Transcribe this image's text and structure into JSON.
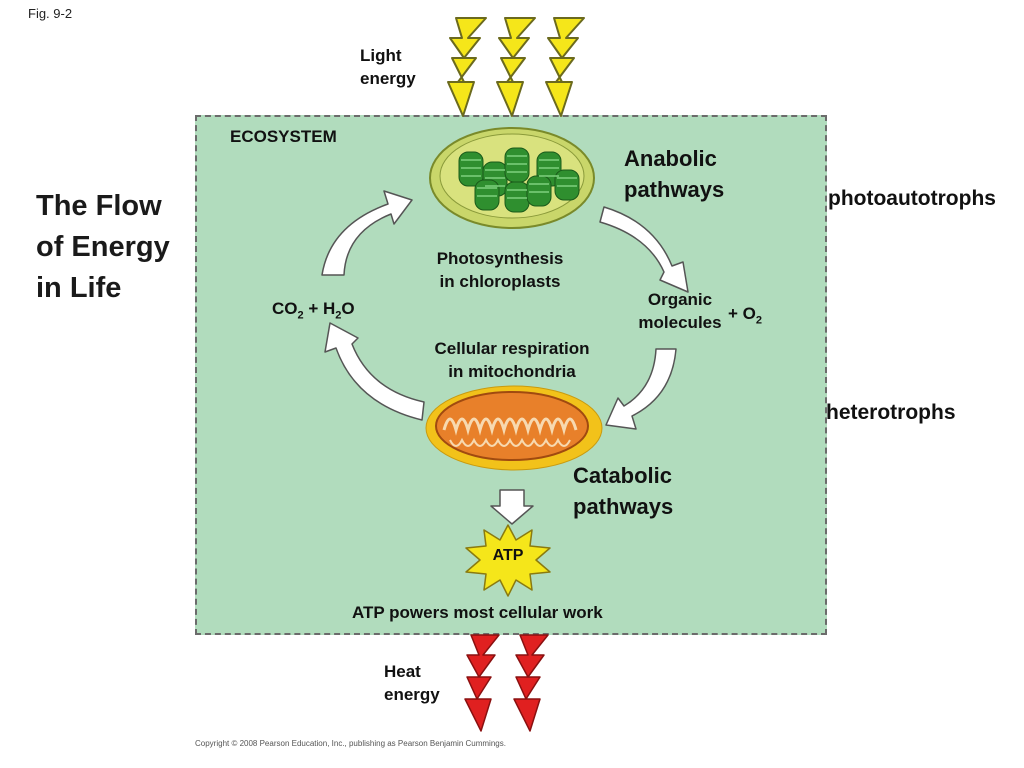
{
  "fig_label": "Fig. 9-2",
  "title": {
    "line1": "The Flow",
    "line2": "of Energy",
    "line3": "in Life"
  },
  "side_labels": {
    "photoautotrophs": "photoautotrophs",
    "heterotrophs": "heterotrophs"
  },
  "ecosystem_label": "ECOSYSTEM",
  "light_energy": {
    "line1": "Light",
    "line2": "energy"
  },
  "heat_energy": {
    "line1": "Heat",
    "line2": "energy"
  },
  "anabolic": {
    "line1": "Anabolic",
    "line2": "pathways"
  },
  "catabolic": {
    "line1": "Catabolic",
    "line2": "pathways"
  },
  "photosynthesis": {
    "line1": "Photosynthesis",
    "line2": "in chloroplasts"
  },
  "organic": {
    "line1": "Organic",
    "line2": "molecules",
    "o2_prefix": "+ O",
    "o2_sub": "2"
  },
  "co2_h2o": {
    "co": "CO",
    "co_sub": "2",
    "plus_h": " + H",
    "h_sub": "2",
    "o": "O"
  },
  "respiration": {
    "line1": "Cellular respiration",
    "line2": "in mitochondria"
  },
  "atp": "ATP",
  "atp_powers": "ATP powers most cellular work",
  "copyright": "Copyright © 2008 Pearson Education, Inc., publishing as Pearson Benjamin Cummings.",
  "colors": {
    "ecosystem_bg": "#b1dcbd",
    "light_bolt": "#f5e61a",
    "heat_bolt": "#e02020",
    "chloroplast": "#3a9a3a",
    "mitochondrion": "#e8802a"
  }
}
